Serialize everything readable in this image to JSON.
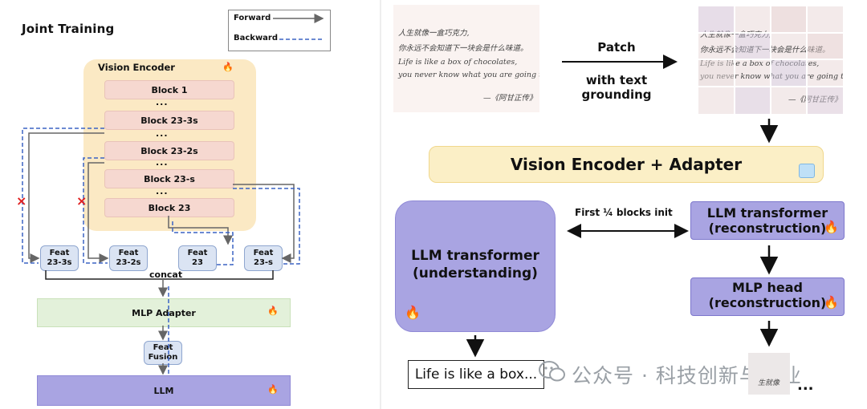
{
  "left_panel": {
    "title": "Joint Training",
    "legend": {
      "forward": "Forward",
      "backward": "Backward"
    },
    "vision_encoder": {
      "title": "Vision Encoder",
      "blocks": [
        "Block 1",
        "Block 23-3s",
        "Block 23-2s",
        "Block 23-s",
        "Block 23"
      ],
      "dots": "..."
    },
    "feats": [
      {
        "line1": "Feat",
        "line2": "23-3s"
      },
      {
        "line1": "Feat",
        "line2": "23-2s"
      },
      {
        "line1": "Feat",
        "line2": "23"
      },
      {
        "line1": "Feat",
        "line2": "23-s"
      }
    ],
    "concat": "concat",
    "mlp_adapter": "MLP Adapter",
    "feat_fusion": {
      "line1": "Feat",
      "line2": "Fusion"
    },
    "llm": "LLM",
    "stop_mark": "×"
  },
  "right_panel": {
    "image_text": {
      "line1": "人生就像一盒巧克力,",
      "line2": "你永远不会知道下一块会是什么味道。",
      "line3": "Life is like a box of chocolates,",
      "line4": "you never know what you are going to get.",
      "line5": "—《阿甘正传》"
    },
    "patch_label": "Patch",
    "grounding_label": "with text grounding",
    "vision_encoder_adapter": "Vision Encoder + Adapter",
    "llm_understanding": {
      "line1": "LLM transformer",
      "line2": "(understanding)"
    },
    "blocks_init": "First ¼ blocks init",
    "llm_reconstruction": {
      "line1": "LLM transformer",
      "line2": "(reconstruction)"
    },
    "mlp_head": {
      "line1": "MLP head",
      "line2": "(reconstruction)"
    },
    "output_text": "Life is like a box...",
    "tiny_output_text": "生就像",
    "ellipsis": "...",
    "watermark": "公众号 · 科技创新与创业"
  },
  "colors": {
    "forward_arrow": "#666666",
    "backward_arrow": "#3b63c4",
    "stop_mark": "#e02020",
    "llm_purple": "#a9a4e2",
    "encoder_yellow": "#fbe9c4",
    "block_pink": "#f6d8d0",
    "adapter_green": "#e3f1da"
  },
  "icons": [
    "fire-icon",
    "ice-icon",
    "wechat-icon"
  ]
}
